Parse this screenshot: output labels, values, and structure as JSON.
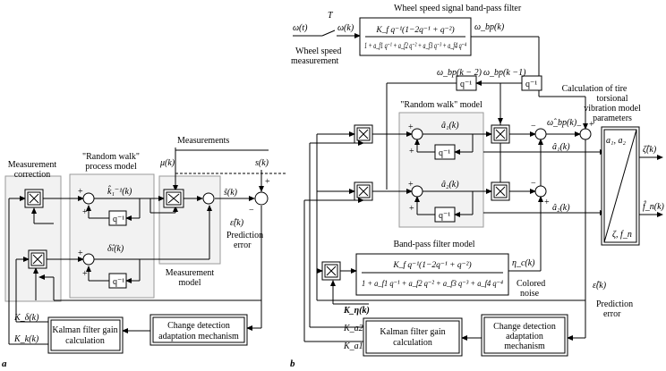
{
  "panel_a": {
    "label": "a",
    "measurements": "Measurements",
    "measurement_correction": [
      "Measurement",
      "correction"
    ],
    "random_walk_process_model": [
      "\"Random walk\"",
      "process model"
    ],
    "measurement_model": [
      "Measurement",
      "model"
    ],
    "prediction_error": [
      "Prediction",
      "error"
    ],
    "kalman": [
      "Kalman filter gain",
      "calculation"
    ],
    "change_detection": [
      "Change detection",
      "adaptation mechanism"
    ],
    "mu": "μ(k)",
    "s": "s(k)",
    "s_hat": "ŝ(k)",
    "eps": "ε̂(k)",
    "k1": "k̂₁⁻¹(k)",
    "delta": "δ̂ₗ(k)",
    "q_inv": "q⁻¹",
    "K_delta": "K_δ(k)",
    "K_k": "K_k(k)"
  },
  "panel_b": {
    "label": "b",
    "title": "Wheel speed signal band-pass filter",
    "wheel_speed_measurement": [
      "Wheel speed",
      "measurement"
    ],
    "omega_t": "ω(t)",
    "T": "T",
    "omega_k": "ω(k)",
    "omega_bp": "ω_bp(k)",
    "omega_bp_2": "ω_bp(k − 2)",
    "omega_bp_1": "ω_bp(k −1)",
    "omega_bp_hat": "ω̂_bp(k)",
    "tf_num": "K_f q⁻¹(1−2q⁻¹ + q⁻²)",
    "tf_den": "1 + a_f1 q⁻¹ + a_f2 q⁻² + a_f3 q⁻³ + a_f4 q⁻⁴",
    "random_walk_model": "\"Random walk\" model",
    "a1_hat": "â₁(k)",
    "a2_hat": "â₂(k)",
    "q_inv": "q⁻¹",
    "calc_params": [
      "Calculation of tire",
      "torsional",
      "vibration model",
      "parameters"
    ],
    "a1a2": "a₁, a₂",
    "zeta_fn": "ζ, f_n",
    "zeta_hat": "ζ̂(k)",
    "fn_hat": "f̂_n(k)",
    "bpf_model": "Band-pass filter model",
    "eta": "η_c(k)",
    "colored_noise": [
      "Colored",
      "noise"
    ],
    "eps": "ε̂(k)",
    "prediction_error": [
      "Prediction",
      "error"
    ],
    "K_eta": "K_η(k)",
    "K_a2": "K_a2(k)",
    "K_a1": "K_a1(k)",
    "kalman": [
      "Kalman filter gain",
      "calculation"
    ],
    "change_detection": [
      "Change detection",
      "adaptation",
      "mechanism"
    ]
  }
}
